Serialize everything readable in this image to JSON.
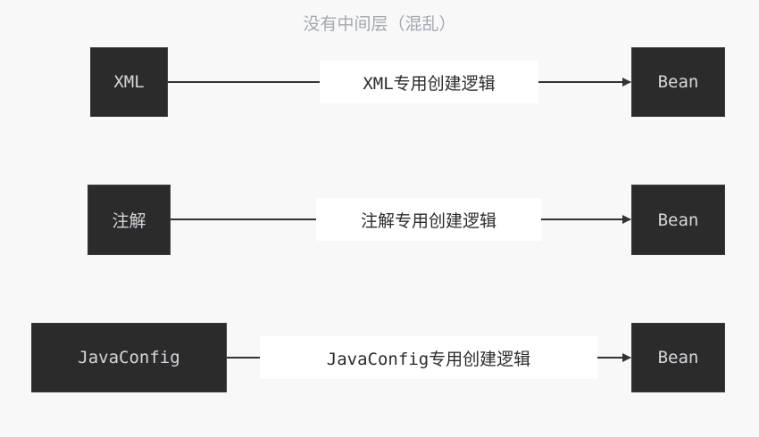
{
  "title": "没有中间层（混乱）",
  "rows": [
    {
      "source": "XML",
      "process": "XML专用创建逻辑",
      "target": "Bean"
    },
    {
      "source": "注解",
      "process": "注解专用创建逻辑",
      "target": "Bean"
    },
    {
      "source": "JavaConfig",
      "process": "JavaConfig专用创建逻辑",
      "target": "Bean"
    }
  ],
  "colors": {
    "node_fill": "#2b2b2b",
    "node_text": "#d3d6dc",
    "label_fill": "#ffffff",
    "connector": "#333333",
    "title": "#a3a8b0",
    "background": "#f8f8f8"
  }
}
